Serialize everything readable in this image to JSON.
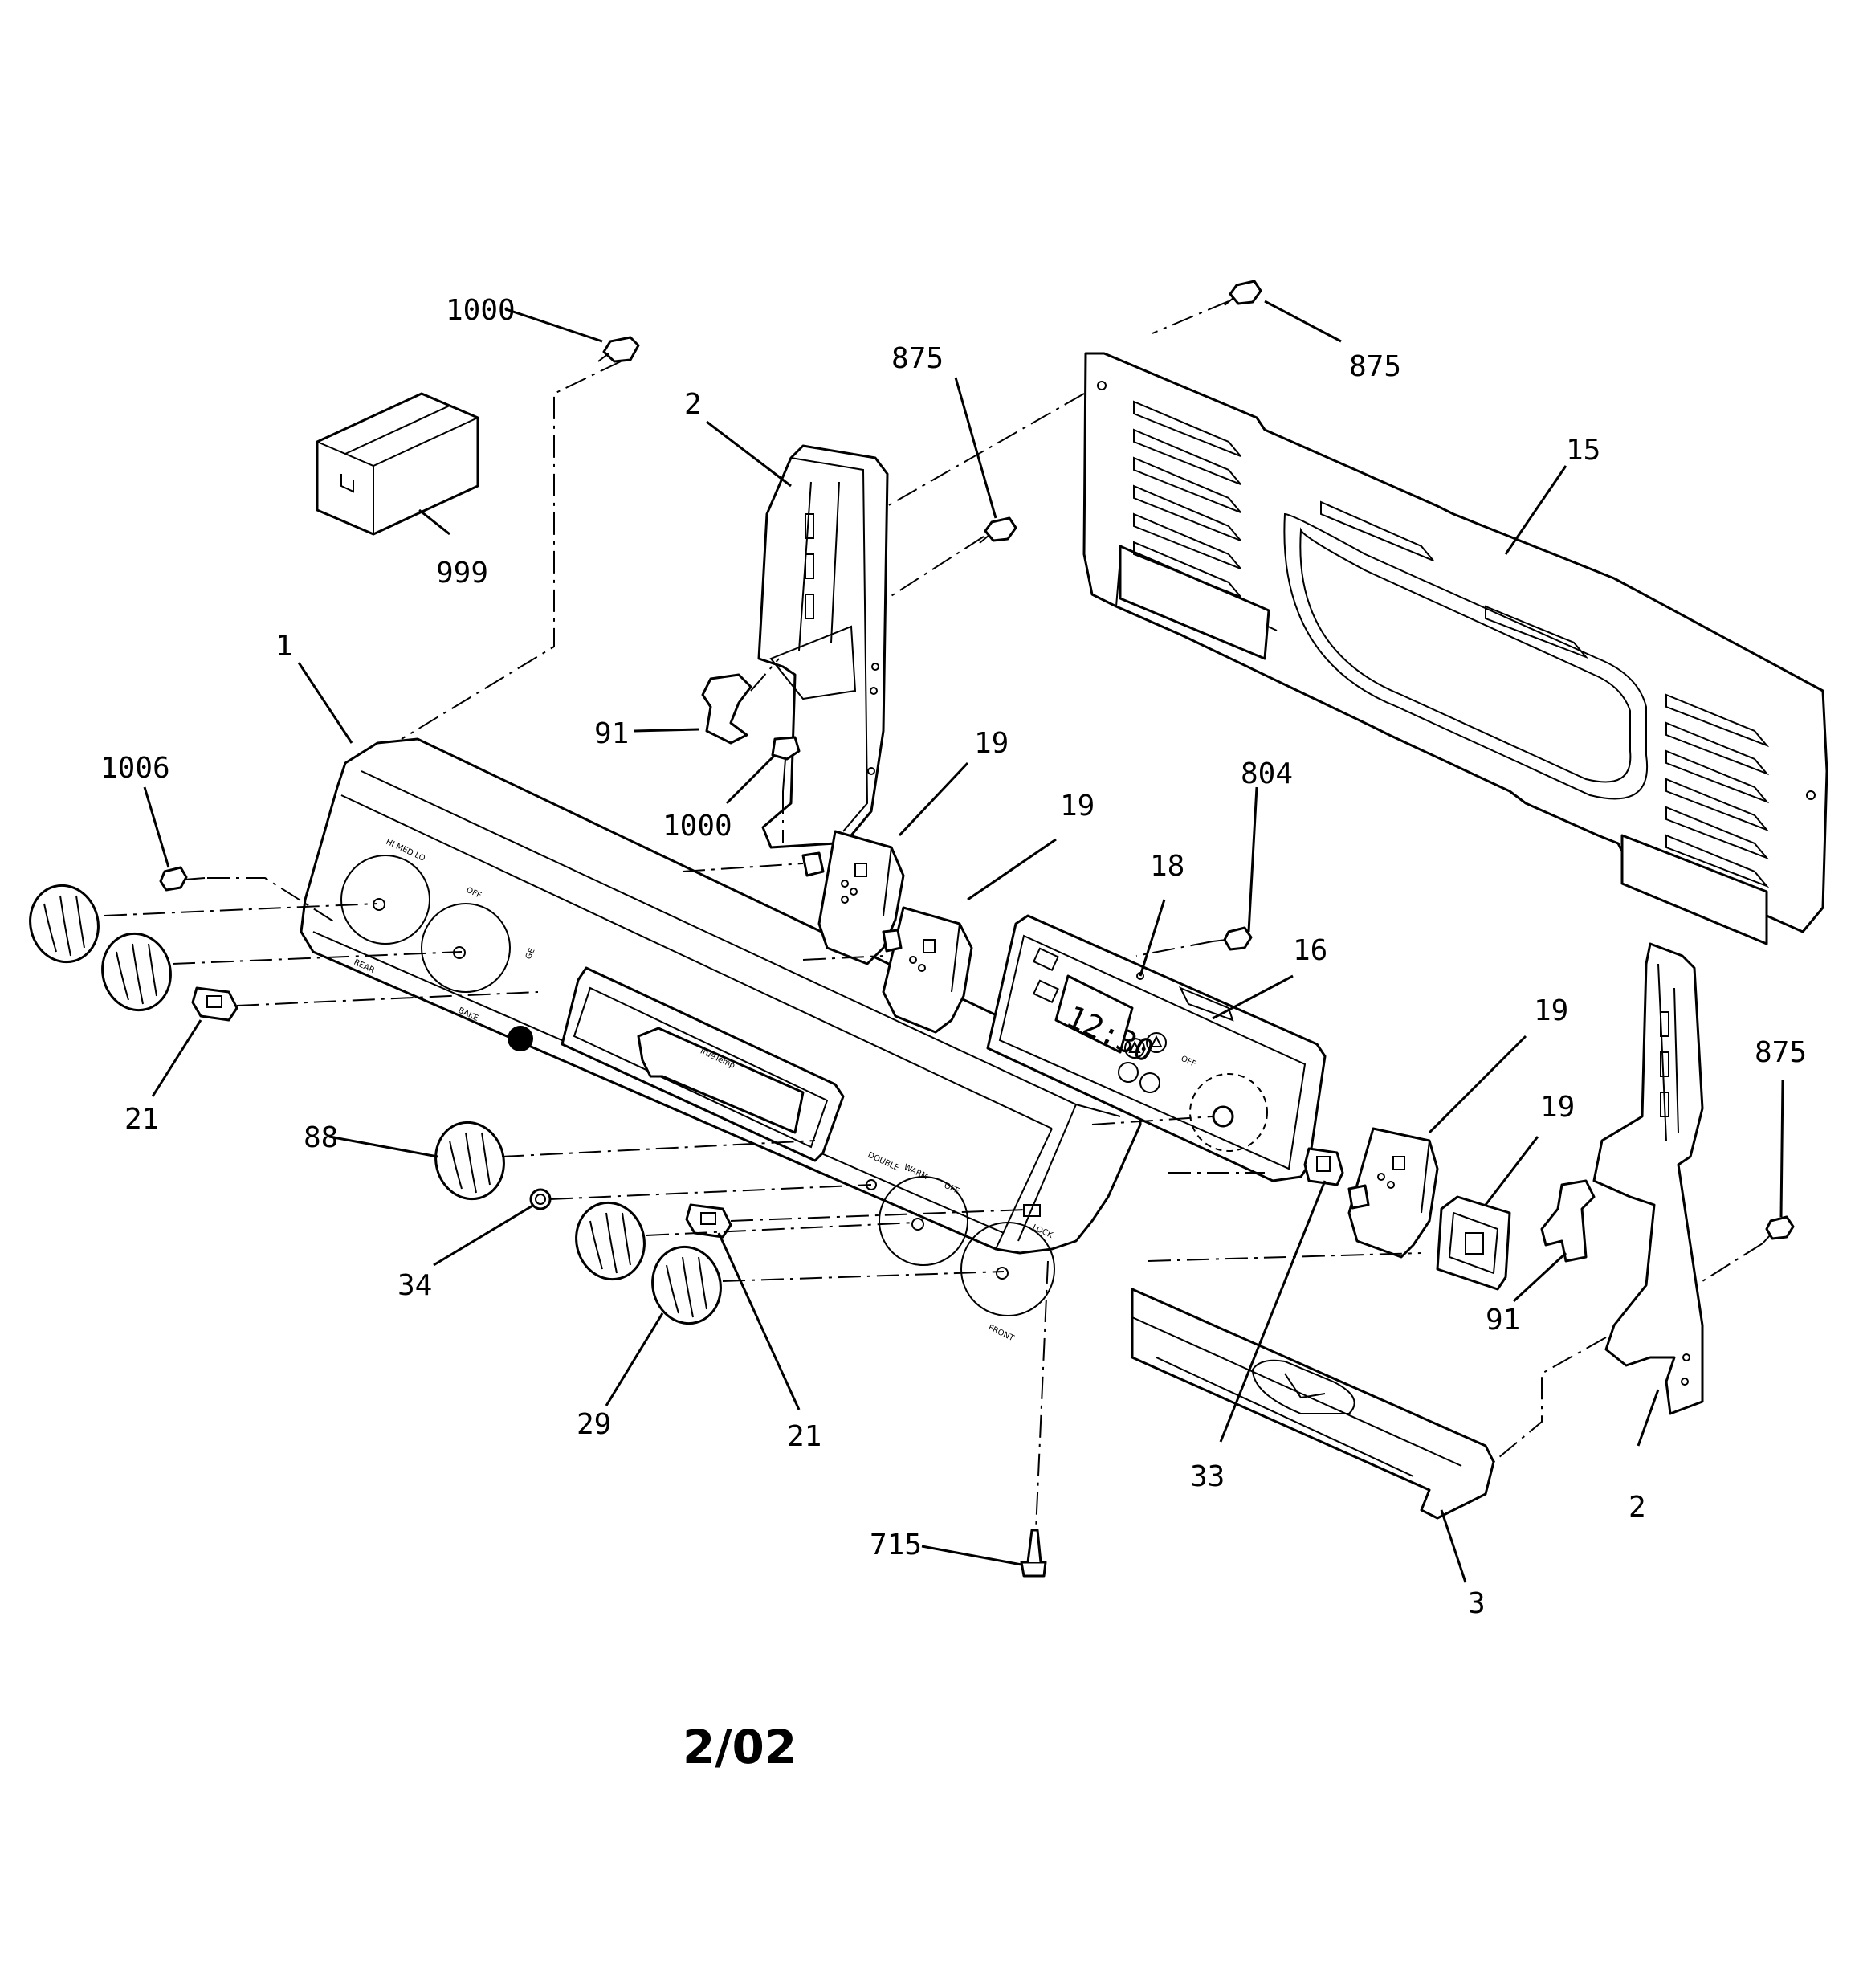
{
  "diagram": {
    "date_code": "2/02",
    "display_time": "12:30",
    "brand_text": "TrueTemp",
    "callouts": {
      "c1000a": "1000",
      "c875a": "875",
      "c875b": "875",
      "c2a": "2",
      "c15": "15",
      "c999": "999",
      "c1": "1",
      "c91a": "91",
      "c1006": "1006",
      "c1000b": "1000",
      "c19a": "19",
      "c19b": "19",
      "c804": "804",
      "c18": "18",
      "c16": "16",
      "c19c": "19",
      "c875c": "875",
      "c19d": "19",
      "c21a": "21",
      "c88": "88",
      "c34": "34",
      "c91b": "91",
      "c29": "29",
      "c21b": "21",
      "c33": "33",
      "c2b": "2",
      "c715": "715",
      "c3": "3"
    }
  }
}
